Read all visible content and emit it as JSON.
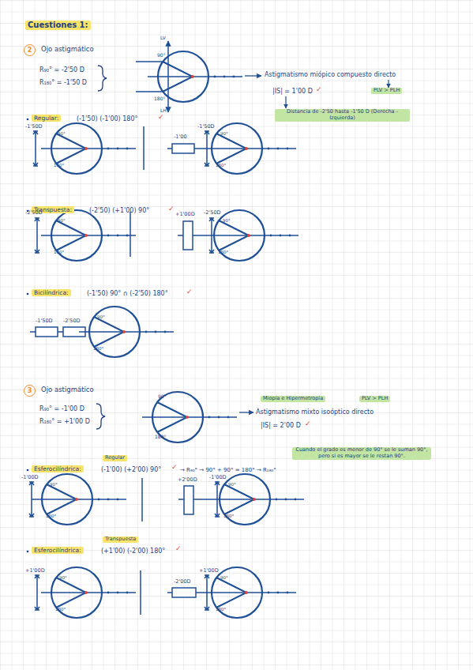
{
  "diagram": {
    "title": "Cuestiones 1:",
    "nodes": [
      {
        "text": [
          "2"
        ]
      },
      {
        "text": [
          "PLV > PLH"
        ]
      },
      {
        "text": [
          "Distancia de -2'50 hasta -1'50 D (Derecha - Izquierda)"
        ]
      },
      {
        "text": [
          "Regular:"
        ]
      },
      {
        "text": [
          "Transpuesta:"
        ]
      },
      {
        "text": [
          "Bicilíndrica:"
        ]
      },
      {
        "text": [
          "3"
        ]
      },
      {
        "text": [
          "Miopía e Hipermetropía"
        ]
      },
      {
        "text": [
          "PLV > PLH"
        ]
      },
      {
        "text": [
          "Cuando el grado es menor de 90° se le suman 90°, pero si es mayor se le restan 90°."
        ]
      },
      {
        "text": [
          "Regular"
        ]
      },
      {
        "text": [
          "Esferocilíndrica:"
        ]
      },
      {
        "text": [
          "Transpuesta"
        ]
      },
      {
        "text": [
          "Esferocilíndrica:"
        ]
      }
    ],
    "labels": [
      "R₉₀° = -2'50 D",
      "R₁₈₀° = -1'50 D",
      "LV",
      "90°",
      "180°",
      "LH",
      "Astigmatismo miópico compuesto directo",
      "|IS| = 1'00 D",
      "✓",
      "(-1'50) (-1'00) 180°",
      "✓",
      "-1'50D",
      "90°",
      "180°",
      "-1'00",
      "-1'50D",
      "90°",
      "180°",
      "(-2'50) (+1'00) 90°",
      "✓",
      "-2'50D",
      "90°",
      "180°",
      "+1'00D",
      "-2'50D",
      "90°",
      "180°",
      "(-1'50) 90° ∩ (-2'50) 180°",
      "✓",
      "-1'50D",
      "-2'50D",
      "90°",
      "180°",
      "R₉₀° = -1'00 D",
      "R₁₈₀° = +1'00 D",
      "90°",
      "180°",
      "Astigmatismo mixto isoóptico directo",
      "|IS| = 2'00 D",
      "✓",
      "(-1'00) (+2'00) 90°",
      "✓",
      "→ R₉₀° → 90° + 90° = 180° → R₁₈₀°",
      "-1'00D",
      "90°",
      "180°",
      "+2'00D",
      "-1'00D",
      "90°",
      "180°",
      "(+1'00) (-2'00) 180°",
      "✓",
      "+1'00D",
      "90°",
      "180°",
      "-2'00D",
      "+1'00D",
      "90°",
      "180°",
      "Ojo astigmático",
      "Ojo astigmático"
    ]
  }
}
